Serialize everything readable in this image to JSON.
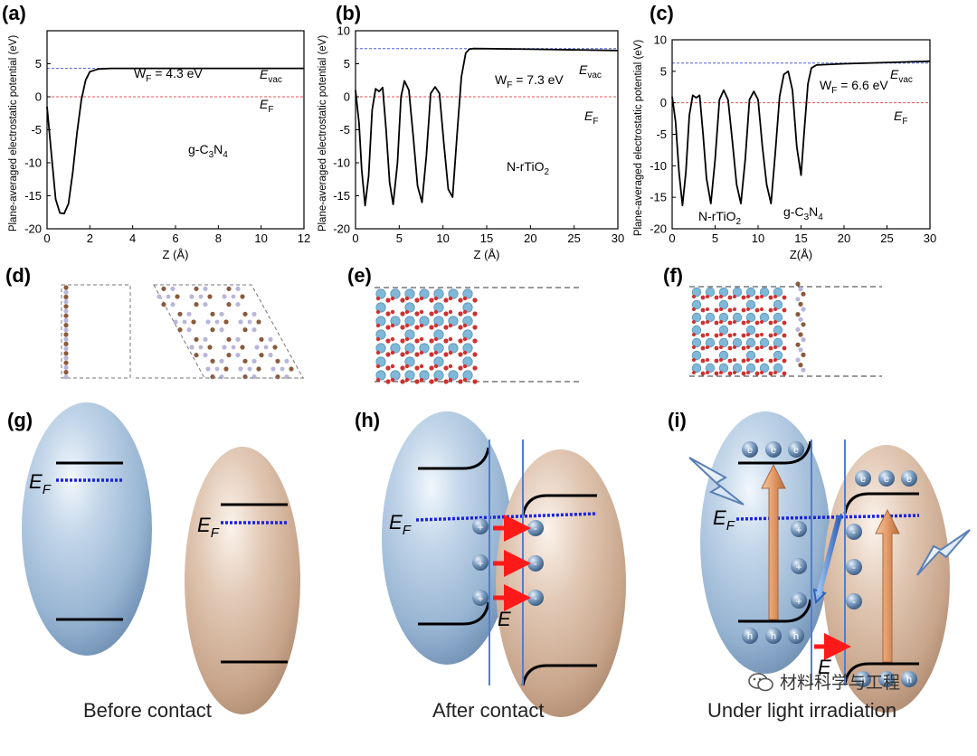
{
  "panels": {
    "a": "(a)",
    "b": "(b)",
    "c": "(c)",
    "d": "(d)",
    "e": "(e)",
    "f": "(f)",
    "g": "(g)",
    "h": "(h)",
    "i": "(i)"
  },
  "chart_data": [
    {
      "type": "line",
      "panel": "(a)",
      "ylabel": "Plane-averaged electrostatic potential (eV)",
      "xlabel": "Z (Å)",
      "xlim": [
        0,
        12
      ],
      "ylim": [
        -20,
        10
      ],
      "xticks": [
        0,
        2,
        4,
        6,
        8,
        10,
        12
      ],
      "yticks": [
        -20,
        -15,
        -10,
        -5,
        0,
        5
      ],
      "evac": 4.3,
      "ef": 0,
      "wf": "W",
      "wf_sub": "F",
      "wf_val": "= 4.3 eV",
      "evac_label": "E",
      "evac_sub": "vac",
      "ef_label": "E",
      "ef_sub": "F",
      "material": "g-C",
      "material_sub1": "3",
      "material_mid": "N",
      "material_sub2": "4",
      "x": [
        0,
        0.2,
        0.4,
        0.6,
        0.8,
        1.0,
        1.2,
        1.4,
        1.6,
        1.8,
        2.0,
        2.4,
        3.0,
        12
      ],
      "y": [
        -1.5,
        -8.5,
        -15.5,
        -17.6,
        -17.7,
        -16.2,
        -11.5,
        -5.5,
        -0.5,
        2.5,
        3.8,
        4.2,
        4.3,
        4.3
      ]
    },
    {
      "type": "line",
      "panel": "(b)",
      "ylabel": "Plane-averaged electrostatic potential (eV)",
      "xlabel": "Z (Å)",
      "xlim": [
        0,
        30
      ],
      "ylim": [
        -20,
        10
      ],
      "xticks": [
        0,
        5,
        10,
        15,
        20,
        25,
        30
      ],
      "yticks": [
        -20,
        -15,
        -10,
        -5,
        0,
        5,
        10
      ],
      "evac": 7.3,
      "ef": 0,
      "wf": "W",
      "wf_sub": "F",
      "wf_val": "= 7.3 eV",
      "evac_label": "E",
      "evac_sub": "vac",
      "ef_label": "E",
      "ef_sub": "F",
      "material": "N-rTiO",
      "material_sub1": "2",
      "x": [
        0,
        0.4,
        0.7,
        1.1,
        1.5,
        1.9,
        2.3,
        2.7,
        3.1,
        3.5,
        3.9,
        4.3,
        4.8,
        5.2,
        5.6,
        6.1,
        6.6,
        7.1,
        7.6,
        8.1,
        8.6,
        9.1,
        9.6,
        10.1,
        10.6,
        11.1,
        11.6,
        12.1,
        12.6,
        13.0,
        13.5,
        20,
        30
      ],
      "y": [
        1,
        -4,
        -11,
        -16.5,
        -12,
        -2,
        1.2,
        0.8,
        1.4,
        -5,
        -13,
        -16.3,
        -10,
        0,
        2.4,
        1,
        -6,
        -13.5,
        -16,
        -9,
        0.5,
        1.5,
        0.5,
        -7,
        -14,
        -15.2,
        -6,
        3,
        6.6,
        7.2,
        7.3,
        7.2,
        7.0
      ]
    },
    {
      "type": "line",
      "panel": "(c)",
      "ylabel": "Plane-averaged electrostatic potential (eV)",
      "xlabel": "Z(Å)",
      "xlim": [
        0,
        30
      ],
      "ylim": [
        -20,
        10
      ],
      "xticks": [
        0,
        5,
        10,
        15,
        20,
        25,
        30
      ],
      "yticks": [
        -20,
        -15,
        -10,
        -5,
        0,
        5,
        10
      ],
      "evac": 6.3,
      "ef": 0,
      "wf": "W",
      "wf_sub": "F",
      "wf_val": "= 6.6 eV",
      "evac_label": "E",
      "evac_sub": "vac",
      "ef_label": "E",
      "ef_sub": "F",
      "label_left": "N-rTiO",
      "label_left_sub": "2",
      "label_right": "g-C",
      "label_right_sub1": "3",
      "label_right_mid": "N",
      "label_right_sub2": "4",
      "x": [
        0,
        0.4,
        0.8,
        1.2,
        1.6,
        2.0,
        2.4,
        2.8,
        3.2,
        3.6,
        4.0,
        4.5,
        5.0,
        5.5,
        6.0,
        6.5,
        7.0,
        7.5,
        8.0,
        8.5,
        9.0,
        9.5,
        10.0,
        10.5,
        11.0,
        11.5,
        12.0,
        12.5,
        13.0,
        13.5,
        14.0,
        14.5,
        15.0,
        15.4,
        15.8,
        16.2,
        16.8,
        20,
        25,
        30
      ],
      "y": [
        1,
        -3,
        -11,
        -16.3,
        -11,
        -2,
        1.2,
        0.8,
        1.2,
        -5,
        -12,
        -16,
        -9,
        0.5,
        2,
        0.5,
        -6,
        -13,
        -16,
        -9,
        0.5,
        1.8,
        0.5,
        -7,
        -13,
        -16,
        -8,
        1,
        4.5,
        5,
        2,
        -7,
        -11.5,
        -4,
        3,
        5.5,
        6,
        6.2,
        6.4,
        6.6
      ]
    }
  ],
  "band": {
    "ef_main": "E",
    "ef_sub": "F",
    "e_field": "E",
    "plus": "+",
    "minus": "-",
    "e_charge": "e",
    "h_charge": "h"
  },
  "captions": {
    "g": "Before contact",
    "h": "After contact",
    "i": "Under light irradiation"
  },
  "watermark": "材料科学与工程",
  "colors": {
    "blue_ellipse": "#a9c3dc",
    "tan_ellipse": "#d9bfaa",
    "evac_line": "#4a5ee0",
    "ef_line": "#e85050",
    "interface_line": "#4f7fd0",
    "red_arrow": "#ff1a1a",
    "tan_arrow": "#e7a77a"
  }
}
